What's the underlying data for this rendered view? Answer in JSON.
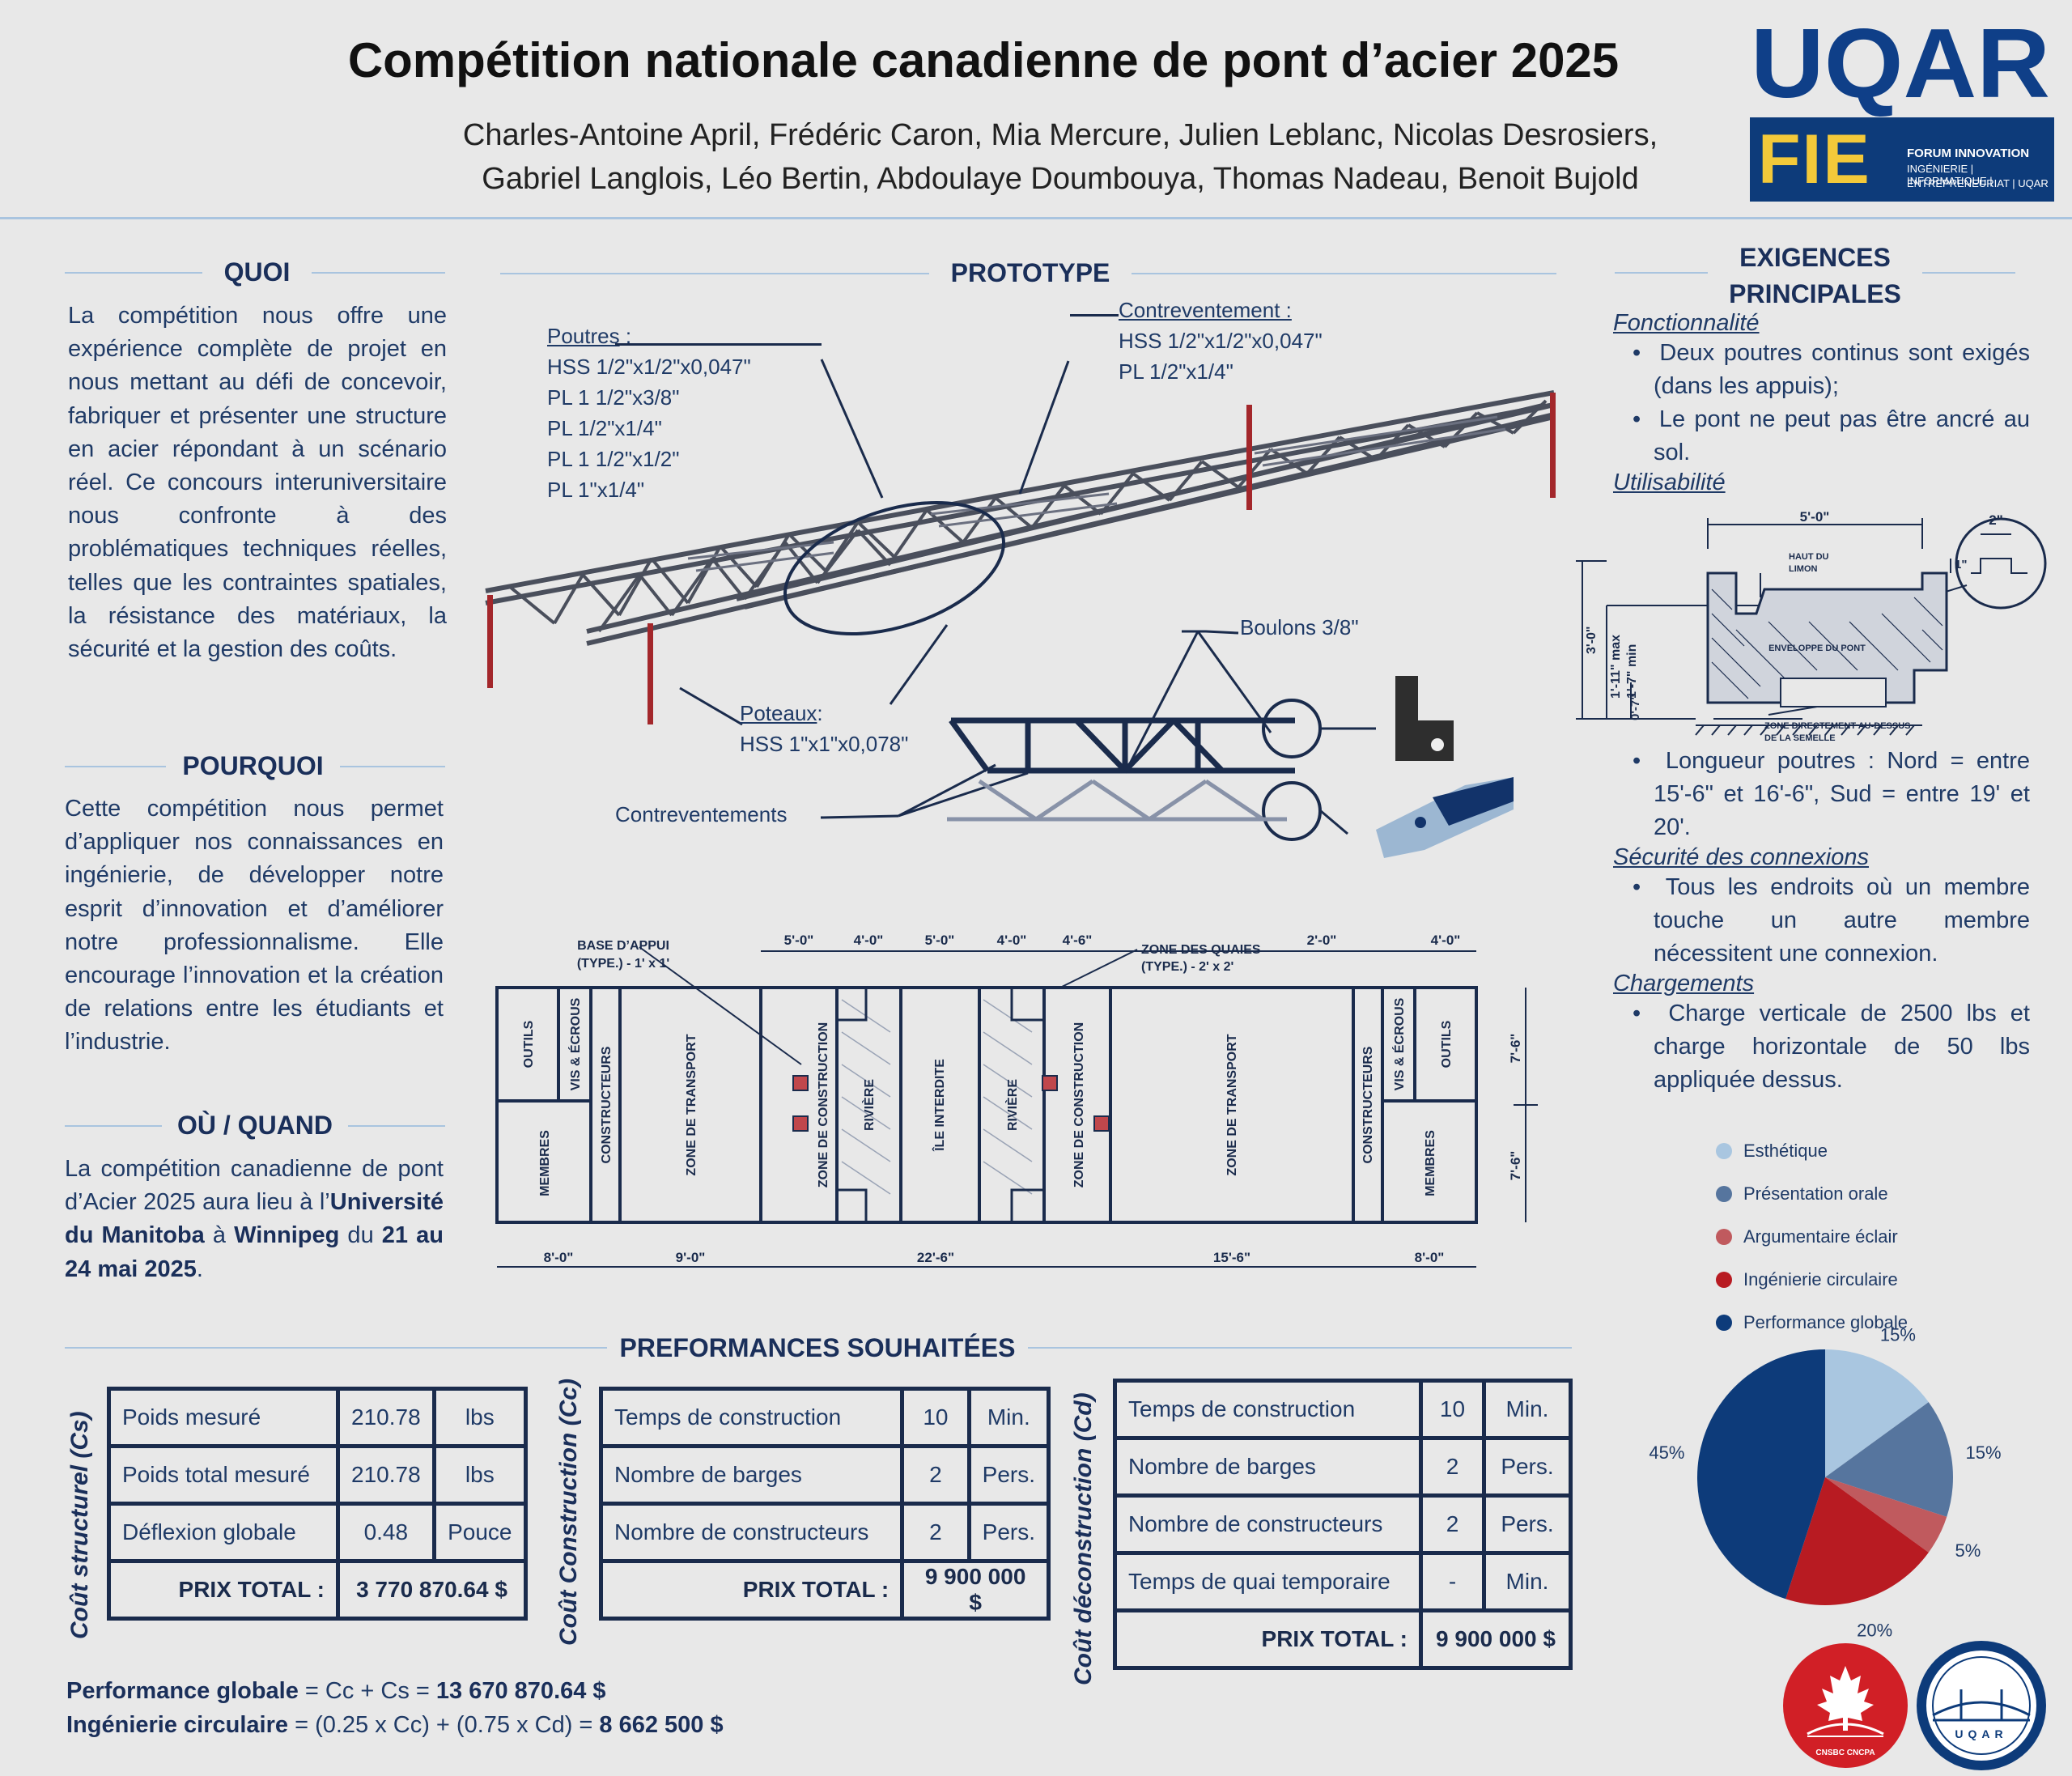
{
  "header": {
    "title": "Compétition nationale canadienne de pont d’acier 2025",
    "authors_line1": "Charles-Antoine April, Frédéric Caron, Mia Mercure, Julien Leblanc, Nicolas Desrosiers,",
    "authors_line2": "Gabriel Langlois, Léo Bertin, Abdoulaye Doumbouya, Thomas Nadeau, Benoit Bujold"
  },
  "logos": {
    "uqar": "UQAR",
    "fie": "FIE",
    "fie_line1": "FORUM INNOVATION",
    "fie_line2": "INGÉNIERIE | INFORMATIQUE |",
    "fie_line3": "ENTREPRENEURIAT | UQAR",
    "cnsbc": "CNSBC CNCPA",
    "uqar_bridge": "UQAR"
  },
  "quoi": {
    "title": "QUOI",
    "text": "La compétition nous offre une expérience complète de projet en nous mettant au défi de concevoir, fabriquer et présenter une structure en acier répondant à un scénario réel. Ce concours interuniversitaire nous confronte à des problématiques techniques réelles, telles que les contraintes spatiales, la résistance des matériaux, la sécurité et la gestion des coûts."
  },
  "pourquoi": {
    "title": "POURQUOI",
    "text": "Cette compétition nous permet d’appliquer nos connaissances en ingénierie, de développer notre esprit d’innovation et d’améliorer notre professionnalisme. Elle encourage l’innovation et la création de relations entre les étudiants et l’industrie."
  },
  "ou_quand": {
    "title": "OÙ / QUAND",
    "text_a": "La compétition canadienne de pont d’Acier 2025 aura lieu à l’",
    "bold_a": "Université du Manitoba",
    "text_b": " à ",
    "bold_b": "Winnipeg",
    "text_c": " du ",
    "bold_c": "21 au 24 mai 2025",
    "text_d": "."
  },
  "prototype": {
    "title": "PROTOTYPE",
    "poutres_label": "Poutres",
    "poutres_items": [
      "HSS 1/2\"x1/2\"x0,047\"",
      "PL 1 1/2\"x3/8\"",
      "PL 1/2\"x1/4\"",
      "PL 1 1/2\"x1/2\"",
      "PL 1\"x1/4\""
    ],
    "contrev_label": "Contreventement :",
    "contrev_items": [
      "HSS 1/2\"x1/2\"x0,047\"",
      "PL 1/2\"x1/4\""
    ],
    "poteaux_label": "Poteaux",
    "poteaux_item": "HSS 1\"x1\"x0,078\"",
    "boulons": "Boulons 3/8\"",
    "contreventements": "Contreventements"
  },
  "site_plan": {
    "base_appui": "BASE D’APPUI",
    "base_appui_type": "(TYPE.) - 1' x 1'",
    "zone_quaies": "ZONE DES QUAIES",
    "zone_quaies_type": "(TYPE.) - 2' x 2'",
    "top_dims": [
      "5'-0\"",
      "4'-0\"",
      "5'-0\"",
      "4'-0\"",
      "4'-6\"",
      "2'-0\"",
      "4'-0\""
    ],
    "bottom_dims": [
      "8'-0\"",
      "9'-0\"",
      "22'-6\"",
      "15'-6\"",
      "8'-0\""
    ],
    "right_dims": [
      "7'-6\"",
      "7'-6\""
    ],
    "zones": {
      "outils": "OUTILS",
      "vis": "VIS & ÉCROUS",
      "membres": "MEMBRES",
      "constructeurs": "CONSTRUCTEURS",
      "transport": "ZONE DE TRANSPORT",
      "construction": "ZONE DE CONSTRUCTION",
      "riviere": "RIVIÈRE",
      "ile": "ÎLE INTERDITE"
    }
  },
  "exigences": {
    "title_line1": "EXIGENCES",
    "title_line2": "PRINCIPALES",
    "fonctionnalite": "Fonctionnalité",
    "fonct_items": [
      "Deux poutres continus sont exigés (dans les appuis);",
      "Le pont ne peut pas être ancré au sol."
    ],
    "utilisabilite": "Utilisabilité",
    "detail": {
      "dim_top": "5'-0\"",
      "dim_small": "2\"",
      "dim_side": "1\"",
      "haut": "HAUT DU",
      "limon": "LIMON",
      "enveloppe": "ENVELOPPE DU PONT",
      "zone_dir": "ZONE DIRECTEMENT AU-DESSUS",
      "semelle": "DE LA SEMELLE",
      "dim_30": "3'-0\"",
      "dim_111": "1'-11\" max",
      "dim_17": "1'-7\" min",
      "dim_07": "0'-7\""
    },
    "util_items": [
      "Longueur poutres : Nord = entre 15'-6\" et 16'-6\", Sud = entre 19' et 20'."
    ],
    "securite": "Sécurité des connexions",
    "secu_items": [
      "Tous les endroits où un membre touche un autre membre nécessitent une connexion."
    ],
    "chargements": "Chargements",
    "charg_items": [
      "Charge verticale de 2500 lbs et charge horizontale de 50 lbs appliquée dessus."
    ]
  },
  "chart_data": {
    "type": "pie",
    "categories": [
      "Esthétique",
      "Présentation orale",
      "Argumentaire éclair",
      "Ingénierie circulaire",
      "Performance globale"
    ],
    "values": [
      15,
      15,
      5,
      20,
      45
    ],
    "labels": [
      "15%",
      "15%",
      "5%",
      "20%",
      "45%"
    ],
    "colors": [
      "#a9c6e0",
      "#56759e",
      "#c05a5e",
      "#b81b22",
      "#0d3b7a"
    ],
    "legend_placement": "top"
  },
  "performances": {
    "title": "PREFORMANCES SOUHAITÉES",
    "cs": {
      "label": "Coût structurel (Cs)",
      "rows": [
        [
          "Poids mesuré",
          "210.78",
          "lbs"
        ],
        [
          "Poids total mesuré",
          "210.78",
          "lbs"
        ],
        [
          "Déflexion globale",
          "0.48",
          "Pouce"
        ]
      ],
      "total_label": "PRIX TOTAL :",
      "total_value": "3 770 870.64 $"
    },
    "cc": {
      "label": "Coût Construction (Cc)",
      "rows": [
        [
          "Temps de construction",
          "10",
          "Min."
        ],
        [
          "Nombre de barges",
          "2",
          "Pers."
        ],
        [
          "Nombre de constructeurs",
          "2",
          "Pers."
        ]
      ],
      "total_label": "PRIX TOTAL :",
      "total_value": "9 900 000 $"
    },
    "cd": {
      "label": "Coût déconstruction (Cd)",
      "rows": [
        [
          "Temps de construction",
          "10",
          "Min."
        ],
        [
          "Nombre de barges",
          "2",
          "Pers."
        ],
        [
          "Nombre de constructeurs",
          "2",
          "Pers."
        ],
        [
          "Temps de quai temporaire",
          "-",
          "Min."
        ]
      ],
      "total_label": "PRIX TOTAL :",
      "total_value": "9 900 000 $"
    },
    "formula1_label": "Performance globale",
    "formula1_expr": " = Cc + Cs = ",
    "formula1_value": "13 670 870.64 $",
    "formula2_label": "Ingénierie circulaire",
    "formula2_expr": " = (0.25 x Cc) + (0.75 x Cd) = ",
    "formula2_value": "8 662 500 $"
  }
}
